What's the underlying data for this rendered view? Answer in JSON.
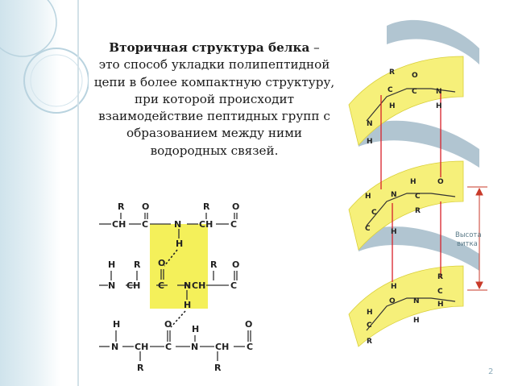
{
  "slide": {
    "term": "Вторичная структура белка",
    "dash": " –",
    "definition": "это способ укладки полипептидной цепи в более компактную структуру, при которой происходит взаимодействие пептидных групп с образованием между ними водородных связей.",
    "number": "2"
  },
  "chem_labels": {
    "R": "R",
    "H": "H",
    "O": "O",
    "C": "C",
    "N": "N",
    "CH": "CH"
  },
  "helix_labels": {
    "height_line1": "Высота",
    "height_line2": "витка"
  },
  "colors": {
    "highlight": "#f4f05a",
    "helix_ribbon": "#f6f07a",
    "helix_back": "#a9bfcc",
    "hbond": "#d8202a",
    "dimension": "#c83a2a",
    "frame": "#cfe3ec"
  }
}
